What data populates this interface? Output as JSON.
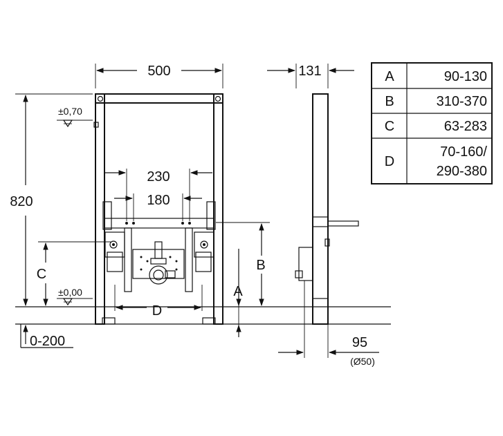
{
  "front_view": {
    "width_label": "500",
    "height_label": "820",
    "spacing_outer_label": "230",
    "spacing_inner_label": "180",
    "level_top_label": "±0,70",
    "level_floor_label": "±0,00",
    "dim_c_label": "C",
    "dim_d_label": "D",
    "dim_b_label": "B",
    "dim_a_label": "A",
    "floor_range_label": "0-200"
  },
  "side_view": {
    "depth_label": "131",
    "pipe_offset_label": "95",
    "pipe_diameter_label": "(Ø50)"
  },
  "dimension_table": {
    "rows": [
      {
        "key": "A",
        "value": "90-130"
      },
      {
        "key": "B",
        "value": "310-370"
      },
      {
        "key": "C",
        "value": "63-283"
      },
      {
        "key": "D",
        "value_line1": "70-160/",
        "value_line2": "290-380"
      }
    ]
  }
}
